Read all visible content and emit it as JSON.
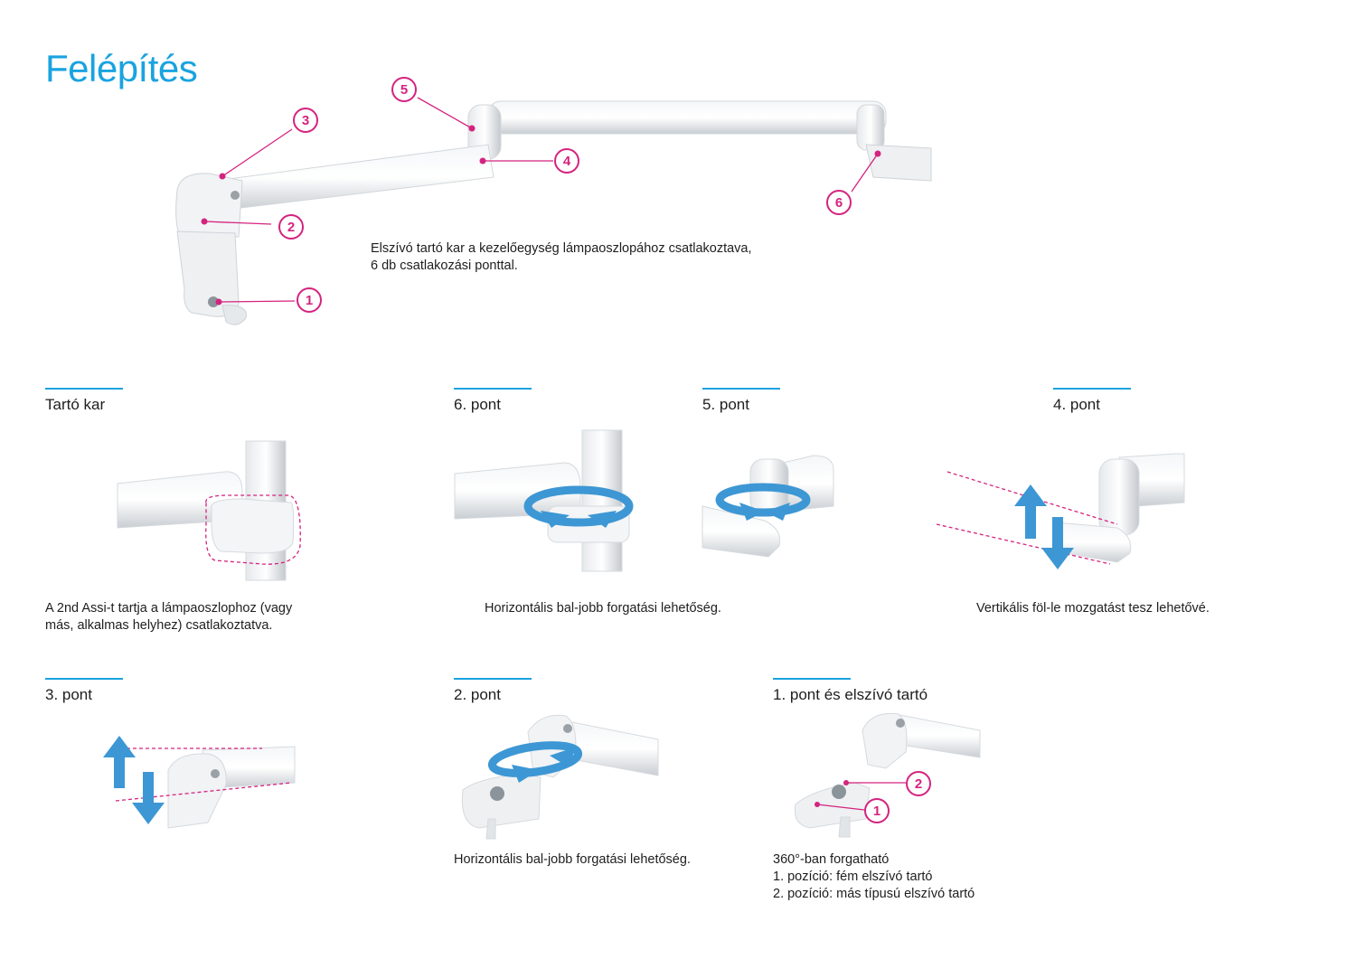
{
  "page": {
    "title": "Felépítés",
    "intro_line1": "Elszívó tartó kar a kezelőegység lámpaoszlopához csatlakoztava,",
    "intro_line2": "6 db csatlakozási ponttal."
  },
  "overview_callouts": [
    "1",
    "2",
    "3",
    "4",
    "5",
    "6"
  ],
  "sections": {
    "tarto_kar": {
      "heading": "Tartó kar",
      "caption_line1": "A 2nd Assi-t tartja a lámpaoszlophoz (vagy",
      "caption_line2": "más, alkalmas helyhez) csatlakoztatva."
    },
    "pont6": {
      "heading": "6. pont"
    },
    "pont5": {
      "heading": "5. pont"
    },
    "pont65_caption": "Horizontális bal-jobb forgatási lehetőség.",
    "pont4": {
      "heading": "4. pont",
      "caption": "Vertikális föl-le mozgatást tesz lehetővé."
    },
    "pont3": {
      "heading": "3. pont"
    },
    "pont2": {
      "heading": "2. pont",
      "caption": "Horizontális bal-jobb forgatási lehetőség."
    },
    "pont1": {
      "heading": "1. pont és elszívó tartó",
      "callouts": [
        "2",
        "1"
      ],
      "caption_line1": "360°-ban forgatható",
      "caption_line2": "1. pozíció: fém elszívó tartó",
      "caption_line3": "2. pozíció: más típusú elszívó tartó"
    }
  },
  "colors": {
    "accent_blue": "#1aa3df",
    "callout_magenta": "#d4237f",
    "arrow_blue": "#3d97d4"
  }
}
